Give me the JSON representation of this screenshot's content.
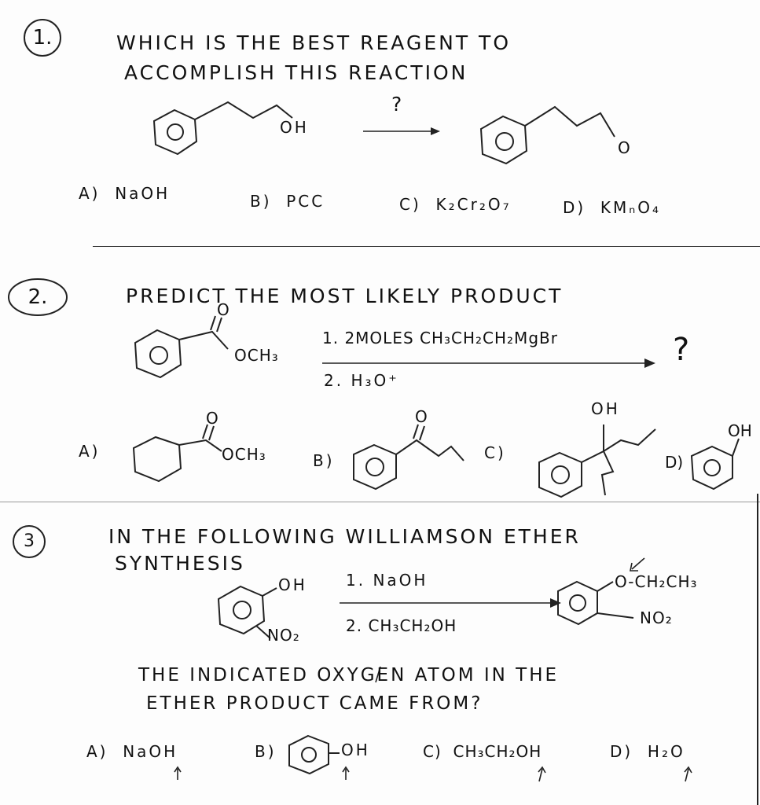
{
  "questions": [
    {
      "number": "1.",
      "prompt_line1": "WHICH IS THE BEST REAGENT TO",
      "prompt_line2": "ACCOMPLISH THIS REACTION",
      "reactant_label": "OH",
      "arrow_label": "?",
      "product_label": "O",
      "choices": [
        {
          "letter": "A)",
          "text": "NaOH"
        },
        {
          "letter": "B)",
          "text": "PCC"
        },
        {
          "letter": "C)",
          "text": "K₂Cr₂O₇"
        },
        {
          "letter": "D)",
          "text": "KMₙO₄"
        }
      ]
    },
    {
      "number": "2.",
      "prompt": "PREDICT THE MOST LIKELY PRODUCT",
      "reactant_carbonyl_O": "O",
      "reactant_ester": "OCH₃",
      "step1": "1. 2MOLES CH₃CH₂CH₂MgBr",
      "step2": "2. H₃O⁺",
      "result": "?",
      "choices": [
        {
          "letter": "A)",
          "carbonyl_O": "O",
          "text": "OCH₃"
        },
        {
          "letter": "B)",
          "carbonyl_O": "O"
        },
        {
          "letter": "C)",
          "text": "OH"
        },
        {
          "letter": "D)",
          "text": "OH"
        }
      ]
    },
    {
      "number": "3",
      "prompt_line1": "IN THE FOLLOWING WILLIAMSON ETHER",
      "prompt_line2": "SYNTHESIS",
      "reactant_OH": "OH",
      "reactant_NO2": "NO₂",
      "step1": "1. NaOH",
      "step2": "2. CH₃CH₂OH",
      "product_ether": "O-CH₂CH₃",
      "product_NO2": "NO₂",
      "question_line1": "THE INDICATED OXYGEN ATOM IN THE",
      "question_line2": "ETHER PRODUCT CAME FROM?",
      "choices": [
        {
          "letter": "A)",
          "text": "NaOH"
        },
        {
          "letter": "B)",
          "text": "OH"
        },
        {
          "letter": "C)",
          "text": "CH₃CH₂OH"
        },
        {
          "letter": "D)",
          "text": "H₂O"
        }
      ]
    }
  ]
}
